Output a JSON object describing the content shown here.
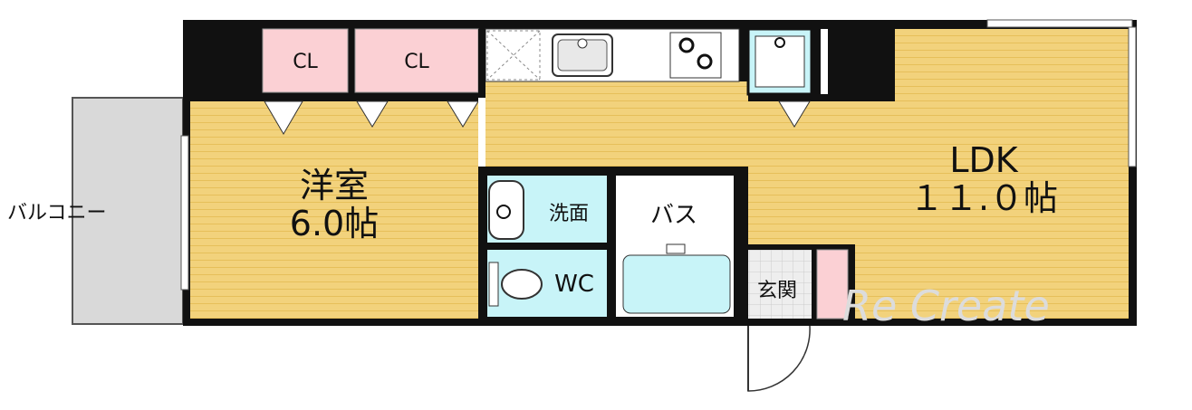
{
  "rooms": {
    "western_room": {
      "name": "洋室",
      "size": "6.0帖"
    },
    "ldk": {
      "name": "LDK",
      "size": "１１.０帖"
    },
    "closet_1": "CL",
    "closet_2": "CL",
    "washroom": "洗面",
    "bath": "バス",
    "wc": "WC",
    "entrance": "玄関",
    "balcony": "バルコニー"
  },
  "watermark": "Re Create",
  "colors": {
    "floor": "#f2d27c",
    "floor_line": "#e6bf5a",
    "wet_area": "#c8f4f8",
    "closet": "#fbd0d4",
    "wall": "#111111",
    "balcony": "#d9d9d9"
  }
}
